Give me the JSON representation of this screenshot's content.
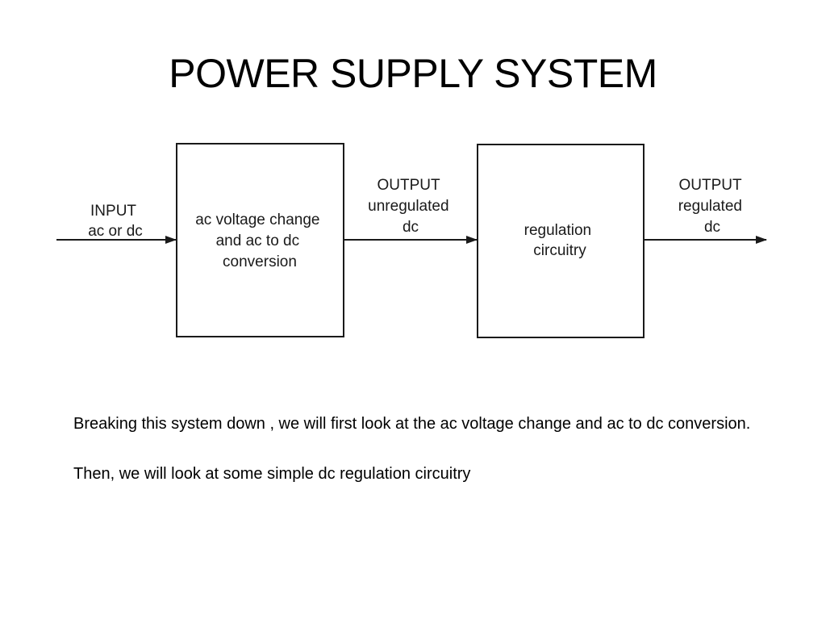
{
  "slide": {
    "title": "POWER SUPPLY SYSTEM"
  },
  "diagram": {
    "input_label": [
      "INPUT",
      "ac or dc"
    ],
    "block1_label": [
      "ac voltage change",
      "and ac to dc",
      "conversion"
    ],
    "output1_label": [
      "OUTPUT",
      "unregulated",
      "dc"
    ],
    "block2_label": [
      "regulation",
      "circuitry"
    ],
    "output2_label": [
      "OUTPUT",
      "regulated",
      "dc"
    ]
  },
  "body": {
    "paragraph1": "Breaking this system down , we will first look at the ac voltage change and ac to dc conversion.",
    "paragraph2": "Then, we will look at some simple dc regulation circuitry"
  }
}
